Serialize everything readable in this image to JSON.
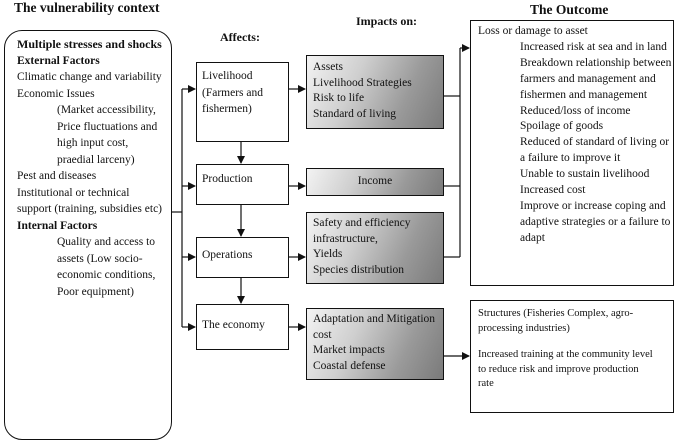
{
  "headers": {
    "vulnerability": "The vulnerability context",
    "impacts": "Impacts on:",
    "outcome": "The Outcome",
    "affects": "Affects:"
  },
  "context": {
    "lines": [
      "Multiple stresses and shocks",
      "External Factors",
      "Climatic change and variability",
      "Economic Issues",
      "(Market accessibility,",
      "Price fluctuations and",
      "high input cost,",
      "praedial larceny)",
      "Pest and diseases",
      "Institutional or technical",
      "support (training, subsidies etc)",
      "Internal Factors",
      "Quality and access to",
      "assets (Low socio-",
      "economic conditions,",
      "Poor equipment)"
    ]
  },
  "affects": {
    "livelihood": [
      "Livelihood",
      "(Farmers and",
      "fishermen)"
    ],
    "production": "Production",
    "operations": "Operations",
    "economy": "The economy"
  },
  "impacts": {
    "livelihood": [
      "Assets",
      "Livelihood Strategies",
      "Risk to life",
      "Standard of living"
    ],
    "production": "Income",
    "operations": [
      "Safety and efficiency",
      "infrastructure,",
      "Yields",
      "Species distribution"
    ],
    "economy": [
      "Adaptation and Mitigation",
      "cost",
      "Market impacts",
      "Coastal defense"
    ]
  },
  "outcome": {
    "loss_title": "Loss or damage to asset",
    "loss_items": [
      "Increased risk at sea and in land",
      "Breakdown relationship between",
      "farmers and management and",
      "fishermen and management",
      "Reduced/loss of income",
      "Spoilage of goods",
      "Reduced of standard of living or",
      "a failure to improve it",
      "Unable to sustain livelihood",
      "Increased cost",
      "Improve or increase coping and",
      "adaptive strategies or a failure to",
      "adapt"
    ],
    "structures": [
      "Structures (Fisheries Complex, agro-",
      "processing industries)"
    ],
    "training": [
      "Increased training at the community level",
      "to reduce risk and improve production",
      "rate"
    ]
  }
}
